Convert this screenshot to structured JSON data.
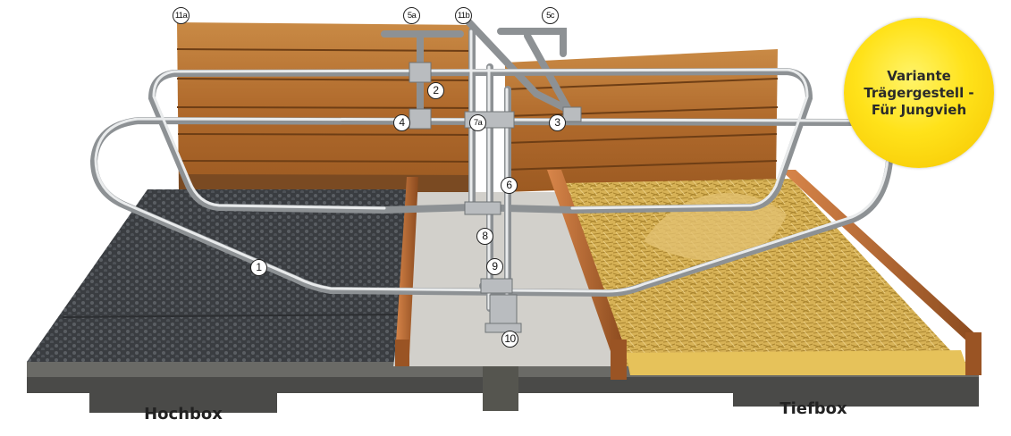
{
  "labels": {
    "left_floor": "Hochbox",
    "right_floor": "Tiefbox"
  },
  "badge": {
    "lines": [
      "Variante",
      "Trägergestell -",
      "Für Jungvieh"
    ],
    "color": "#ffe21a"
  },
  "callouts": {
    "c11a": "11a",
    "c5a": "5a",
    "c11b": "11b",
    "c5c": "5c",
    "c2": "2",
    "c4": "4",
    "c7a": "7a",
    "c3": "3",
    "c6": "6",
    "c8": "8",
    "c1": "1",
    "c9": "9",
    "c10": "10"
  },
  "colors": {
    "wood": "#b9702f",
    "steel": "#c9ccce",
    "rubber_mat": "#3c3f43",
    "straw": "#d9b55a",
    "concrete": "#d2d0cb",
    "base": "#4a4a48"
  }
}
